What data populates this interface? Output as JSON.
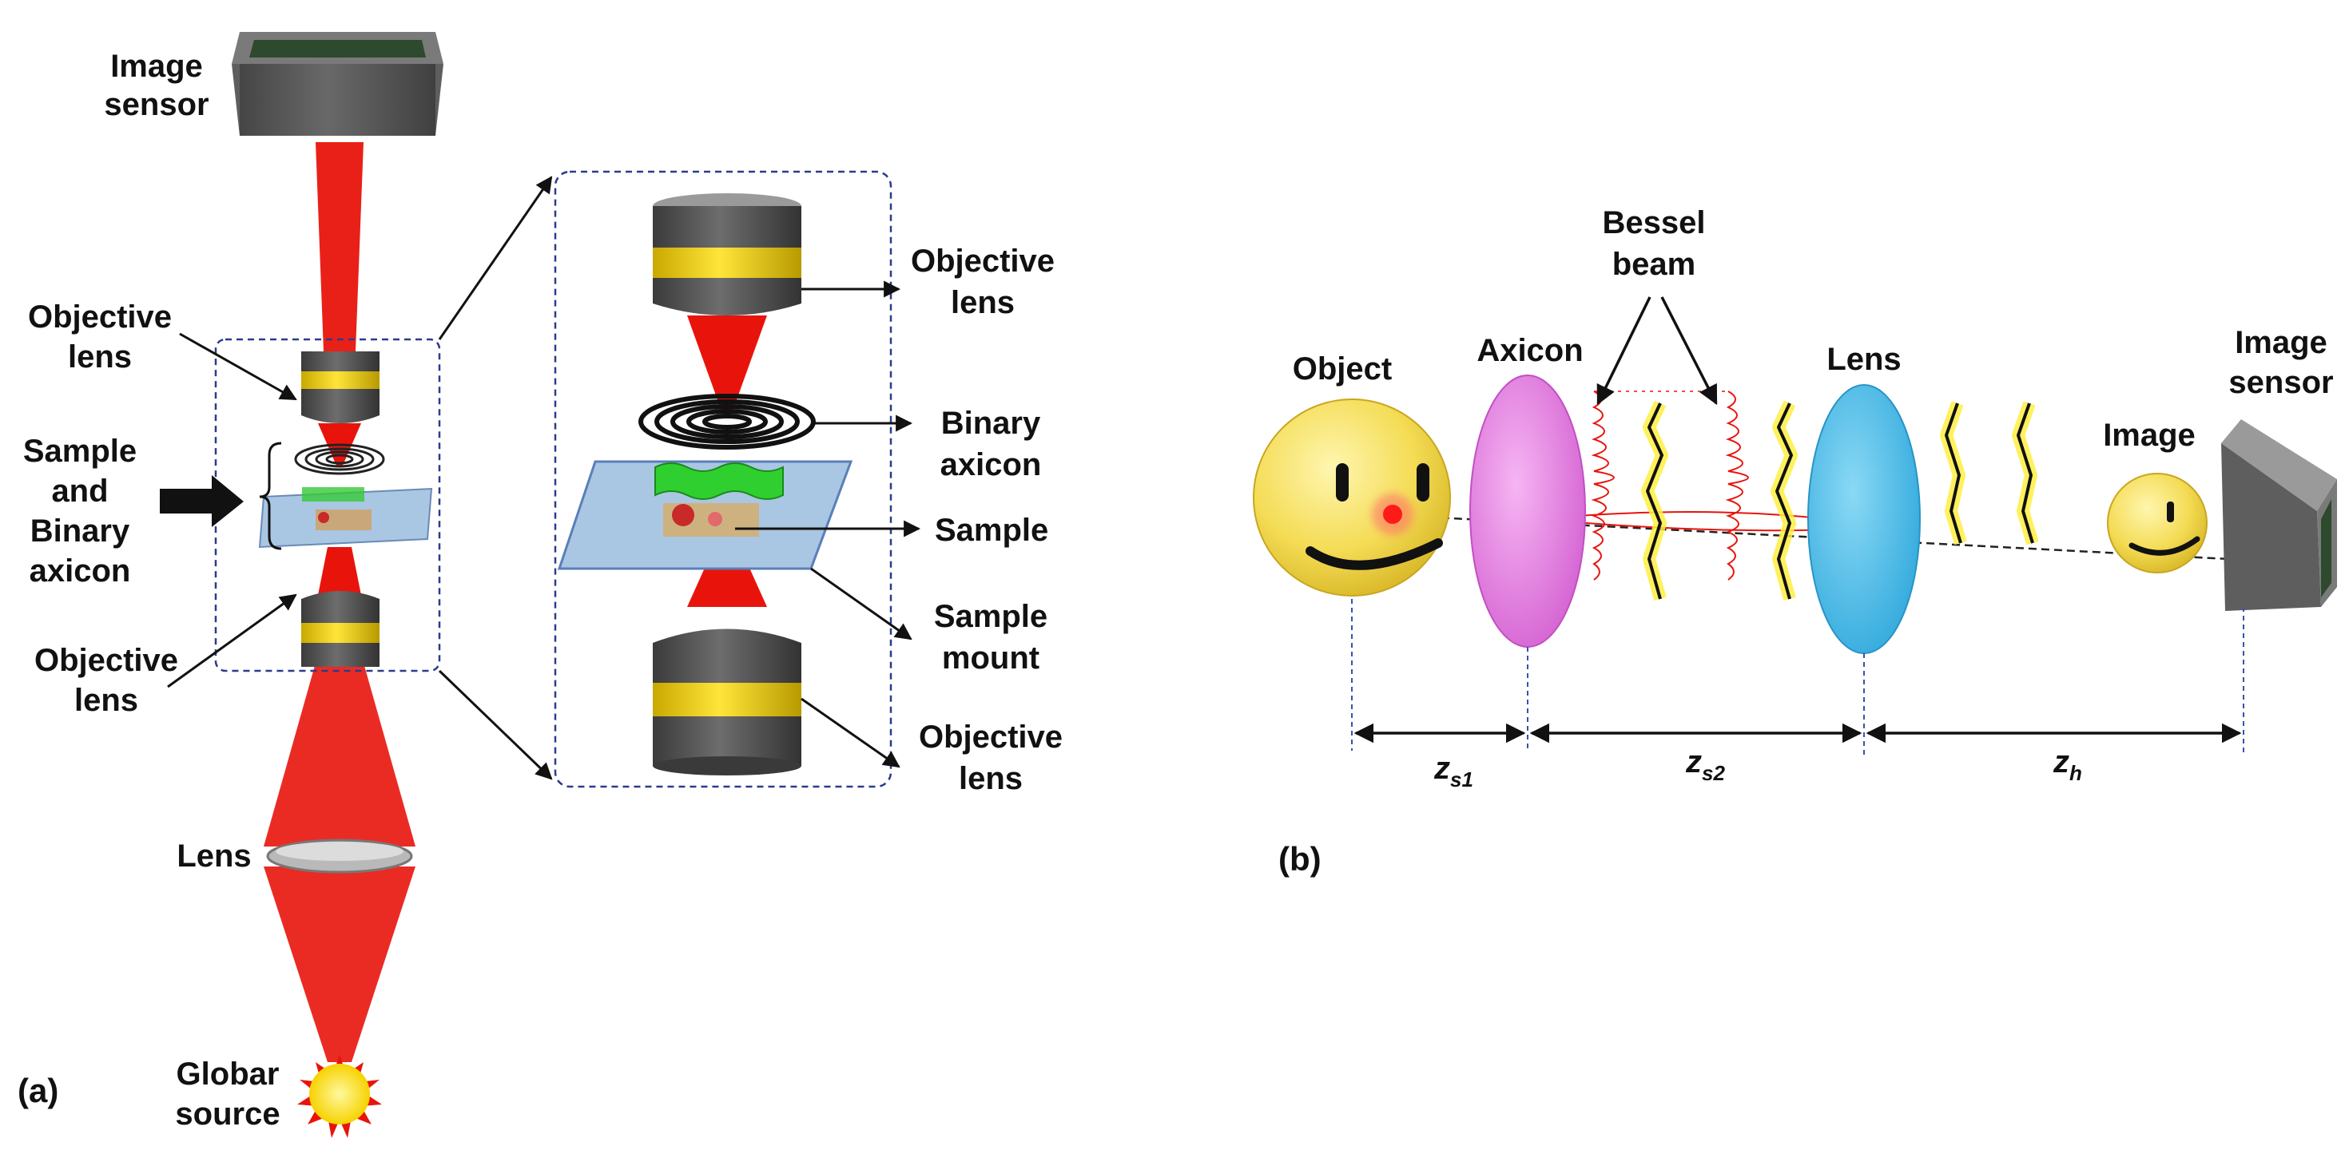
{
  "colors": {
    "beam": "#e8140c",
    "lens_gray": "#5a5a5a",
    "yellow_band": "#f2d516",
    "glass": "#a9c6e3",
    "axicon_pink": "#e879e6",
    "lens_cyan": "#4fc3ec",
    "smiley": "#f4dc55",
    "frame": "#2a3c8c"
  },
  "panel_a": {
    "tag": "(a)",
    "image_sensor": [
      "Image",
      "sensor"
    ],
    "objective_top": [
      "Objective",
      "lens"
    ],
    "sample_binary": [
      "Sample",
      "and",
      "Binary",
      "axicon"
    ],
    "objective_bottom": [
      "Objective",
      "lens"
    ],
    "lens": "Lens",
    "globar": [
      "Globar",
      "source"
    ],
    "zoom_objective_top": [
      "Objective",
      "lens"
    ],
    "zoom_binary_axicon": [
      "Binary",
      "axicon"
    ],
    "zoom_sample": "Sample",
    "zoom_sample_mount": [
      "Sample",
      "mount"
    ],
    "zoom_objective_bottom": [
      "Objective",
      "lens"
    ]
  },
  "panel_b": {
    "tag": "(b)",
    "bessel_beam": [
      "Bessel",
      "beam"
    ],
    "object": "Object",
    "axicon": "Axicon",
    "lens": "Lens",
    "image": "Image",
    "image_sensor": [
      "Image",
      "sensor"
    ],
    "dist1_main": "z",
    "dist1_sub": "s1",
    "dist2_main": "z",
    "dist2_sub": "s2",
    "dist3_main": "z",
    "dist3_sub": "h"
  }
}
